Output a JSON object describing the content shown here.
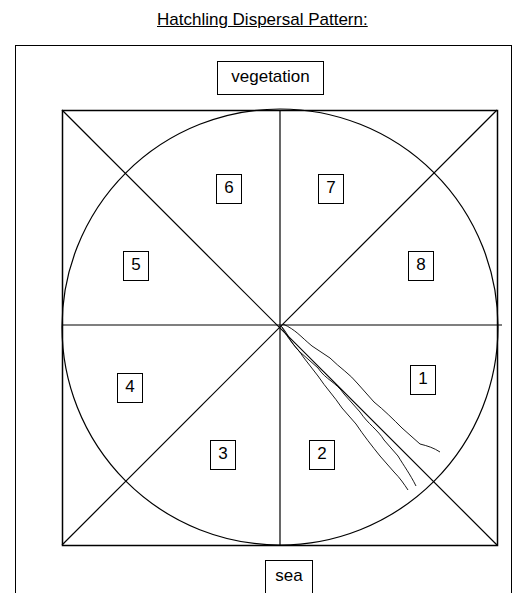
{
  "diagram": {
    "title": "Hatchling Dispersal Pattern:",
    "nodes": [
      {
        "text": [
          "vegetation"
        ]
      },
      {
        "text": [
          "6"
        ]
      },
      {
        "text": [
          "7"
        ]
      },
      {
        "text": [
          "5"
        ]
      },
      {
        "text": [
          "8"
        ]
      },
      {
        "text": [
          "4"
        ]
      },
      {
        "text": [
          "1"
        ]
      },
      {
        "text": [
          "3"
        ]
      },
      {
        "text": [
          "2"
        ]
      },
      {
        "text": [
          "sea"
        ]
      }
    ]
  }
}
